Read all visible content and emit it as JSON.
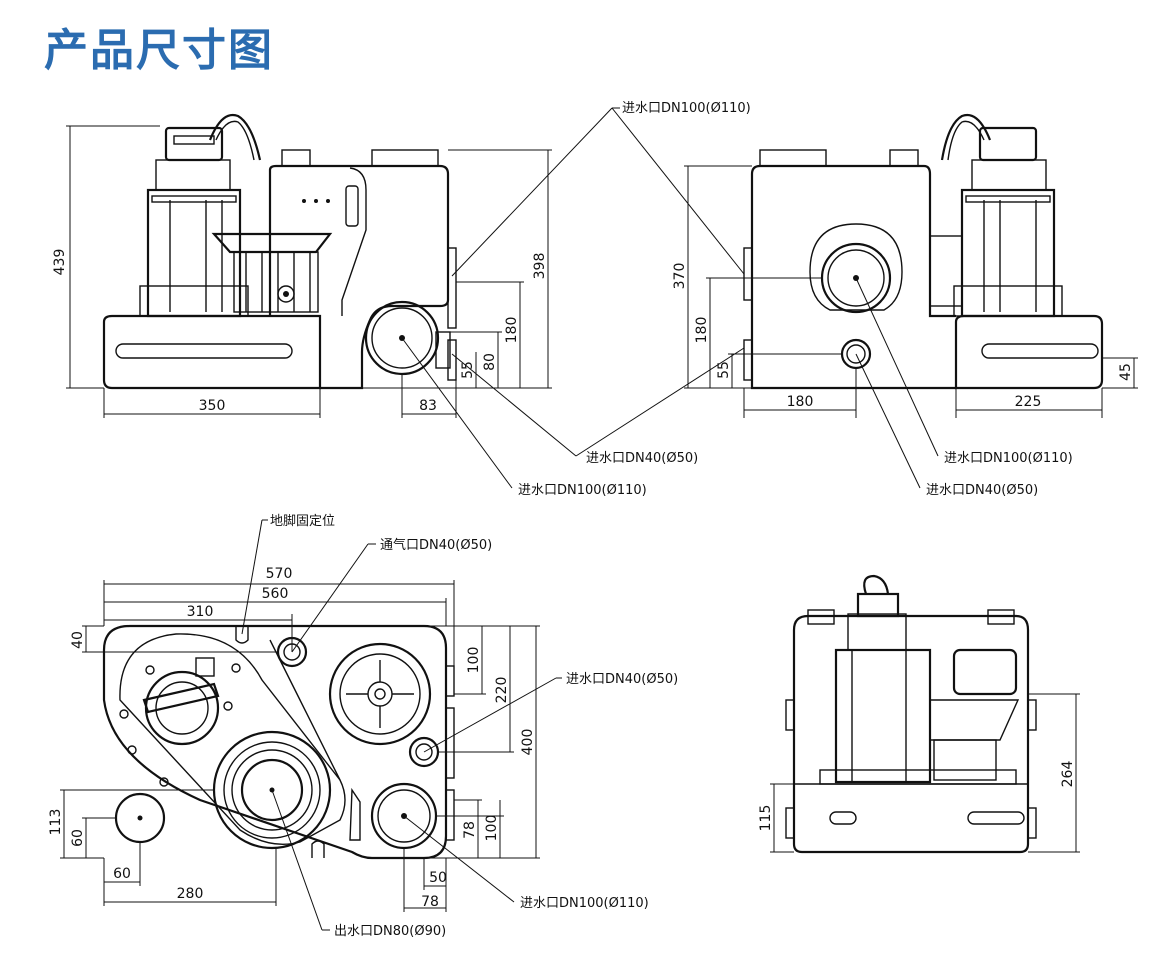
{
  "title": "产品尺寸图",
  "view1": {
    "dims": {
      "h439": "439",
      "h398": "398",
      "h180": "180",
      "h80": "80",
      "h55": "55",
      "w350": "350",
      "w83": "83"
    },
    "labels": {
      "inlet_top": "进水口DN100(Ø110)",
      "inlet_mid": "进水口DN40(Ø50)",
      "inlet_bot": "进水口DN100(Ø110)"
    }
  },
  "view2": {
    "dims": {
      "h370": "370",
      "h180": "180",
      "h55": "55",
      "h45": "45",
      "w180": "180",
      "w225": "225"
    },
    "labels": {
      "inlet_a": "进水口DN100(Ø110)",
      "inlet_b": "进水口DN40(Ø50)"
    }
  },
  "view3": {
    "dims": {
      "w570": "570",
      "w560": "560",
      "w310": "310",
      "h40": "40",
      "h100a": "100",
      "h220": "220",
      "h400": "400",
      "h113": "113",
      "h60": "60",
      "w60": "60",
      "w280": "280",
      "h78": "78",
      "h100b": "100",
      "w50": "50",
      "w78": "78"
    },
    "labels": {
      "foot": "地脚固定位",
      "vent": "通气口DN40(Ø50)",
      "inlet_small": "进水口DN40(Ø50)",
      "inlet_big": "进水口DN100(Ø110)",
      "outlet": "出水口DN80(Ø90)"
    }
  },
  "view4": {
    "dims": {
      "h115": "115",
      "h264": "264"
    }
  }
}
